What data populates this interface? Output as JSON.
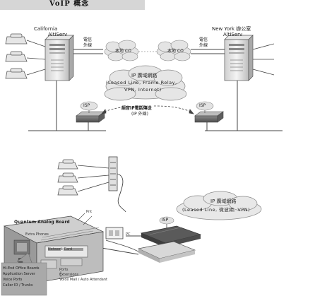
{
  "title_banner": "VoIP 概念",
  "top_diagram": {
    "left_site": {
      "name": "California",
      "server": "AltiServ",
      "trunk_label_1": "電信",
      "trunk_label_2": "外線"
    },
    "right_site": {
      "name": "New York 辦公室",
      "server": "AltiServ",
      "trunk_label_1": "電信",
      "trunk_label_2": "外線"
    },
    "co_left": "本地 CO",
    "co_right": "本地 CO",
    "ip_cloud": {
      "title": "IP 廣域網路",
      "line1": "(Leased Line, Frame Relay,",
      "line2": "VPN, Internet)"
    },
    "isp_left": "ISP",
    "isp_right": "ISP",
    "voice_link": {
      "line1": "語音IP電話傳送",
      "line2": "(IP 外線)"
    }
  },
  "bottom_diagram": {
    "ip_cloud": {
      "title": "IP 廣域網路",
      "line1": "(Leased Line, 微波網, VPN)"
    },
    "isp": "ISP",
    "board_label": "Quantum Analog Board",
    "board_sub": "Extra Phones",
    "network_card": "Network Card",
    "bottom_left_text": [
      "Hi-End Office Boards",
      "Application Server",
      "Voice Ports",
      "Caller ID / Trunks"
    ],
    "bottom_right_text": [
      "Ports",
      "Extensions",
      "Voice Mail / Auto Attendant"
    ],
    "panel_label": "Pnt",
    "pc_label": "PC"
  }
}
